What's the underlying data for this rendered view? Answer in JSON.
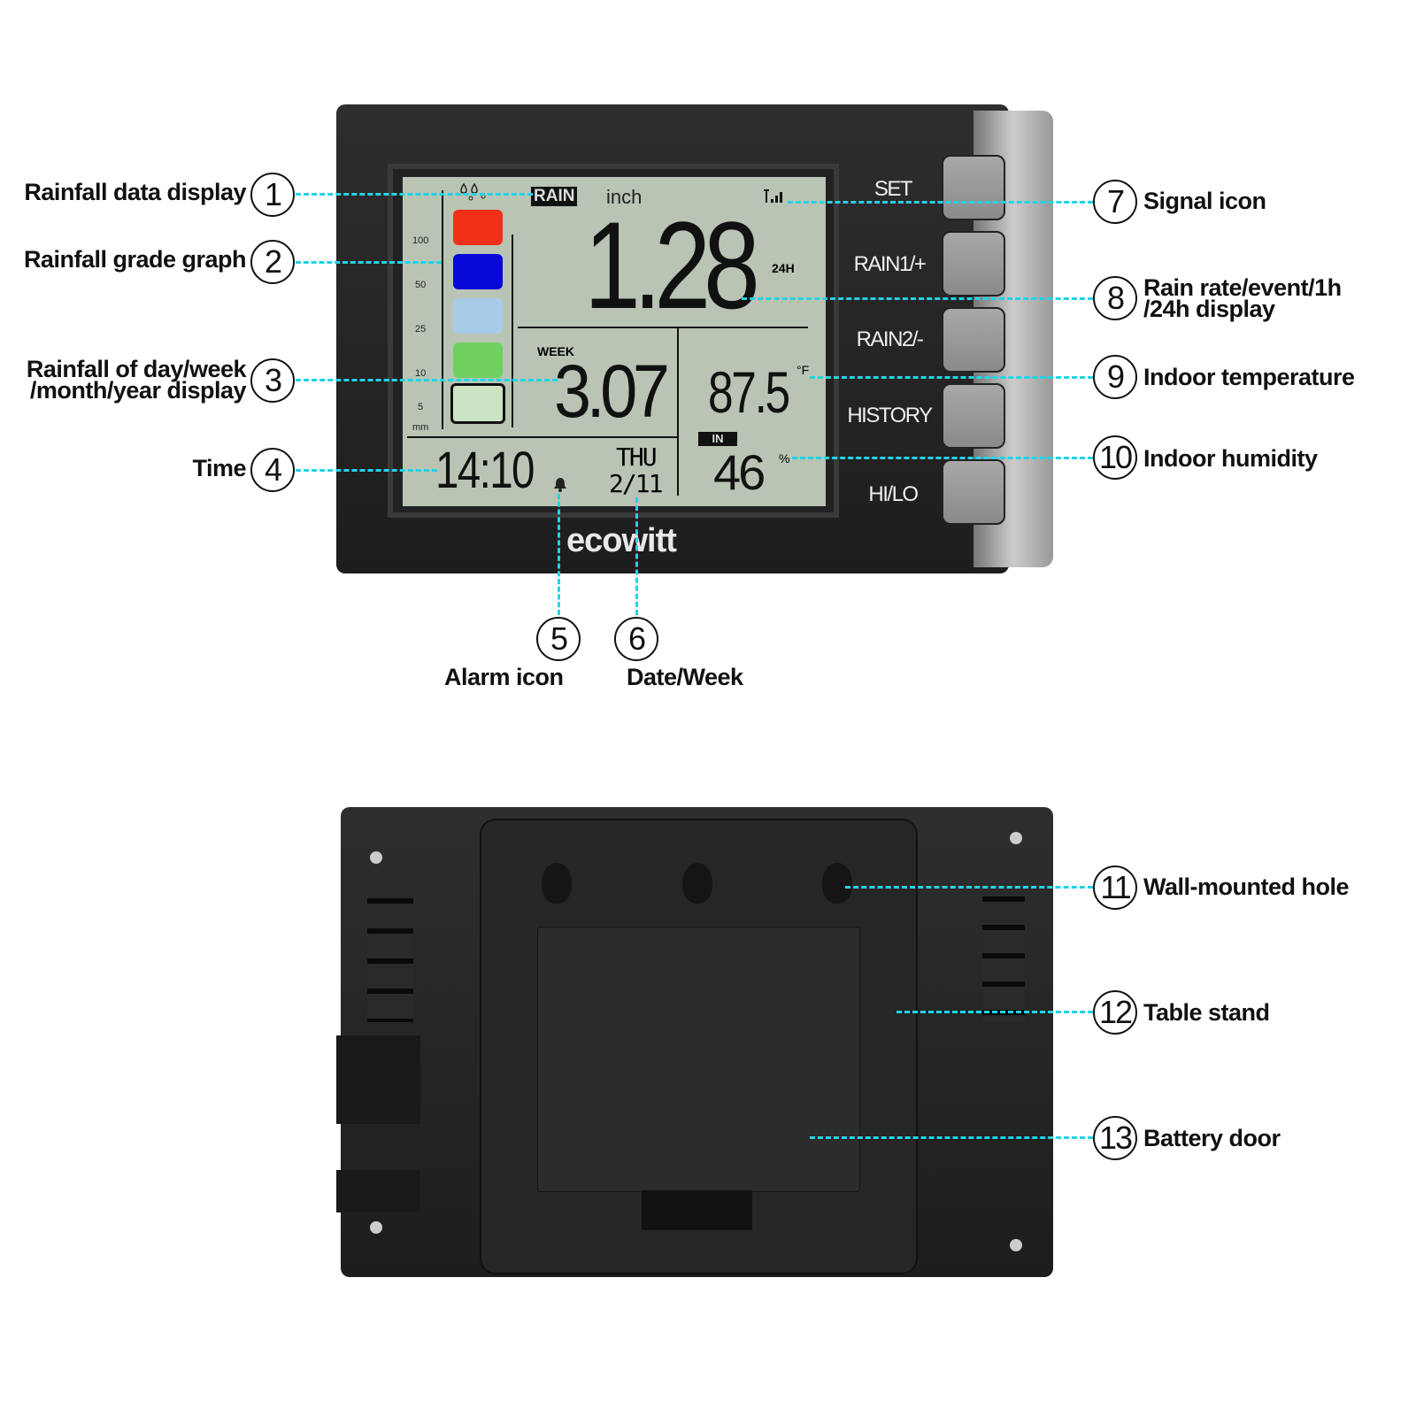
{
  "front": {
    "screen": {
      "rain_label": "RAIN",
      "unit": "inch",
      "main_value": "1.28",
      "main_period": "24H",
      "secondary_period": "WEEK",
      "secondary_value": "3.07",
      "temperature": "87.5",
      "temp_unit": "°F",
      "indoor_label": "IN",
      "humidity": "46",
      "humidity_unit": "%",
      "time": "14:10",
      "weekday": "THU",
      "date": "2/11",
      "scale_ticks": [
        "100",
        "50",
        "25",
        "10",
        "5",
        "mm"
      ]
    },
    "grade_colors": [
      "#f03018",
      "#0808d8",
      "#a8cce8",
      "#70d060",
      "#cde4c4"
    ],
    "buttons": [
      "SET",
      "RAIN1/+",
      "RAIN2/-",
      "HISTORY",
      "HI/LO"
    ],
    "brand": "ecowitt"
  },
  "callouts": [
    {
      "n": "1",
      "label": "Rainfall data display"
    },
    {
      "n": "2",
      "label": "Rainfall grade graph"
    },
    {
      "n": "3",
      "label": "Rainfall of day/week /month/year display"
    },
    {
      "n": "4",
      "label": "Time"
    },
    {
      "n": "5",
      "label": "Alarm icon"
    },
    {
      "n": "6",
      "label": "Date/Week"
    },
    {
      "n": "7",
      "label": "Signal icon"
    },
    {
      "n": "8",
      "label": "Rain rate/event/1h /24h display"
    },
    {
      "n": "9",
      "label": "Indoor temperature"
    },
    {
      "n": "10",
      "label": "Indoor humidity"
    },
    {
      "n": "11",
      "label": "Wall-mounted hole"
    },
    {
      "n": "12",
      "label": "Table stand"
    },
    {
      "n": "13",
      "label": "Battery door"
    }
  ],
  "accent": "#22d3e6"
}
